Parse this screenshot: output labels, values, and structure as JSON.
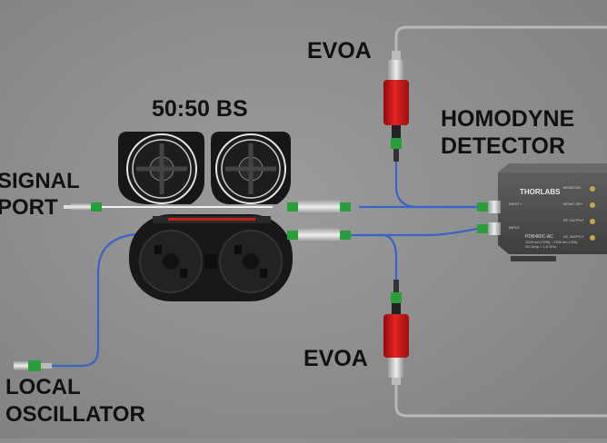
{
  "labels": {
    "evoa_top": "EVOA",
    "beam_splitter": "50:50 BS",
    "homodyne_line1": "HOMODYNE",
    "homodyne_line2": "DETECTOR",
    "signal_line1": "SIGNAL",
    "signal_line2": "PORT",
    "evoa_bottom": "EVOA",
    "local_oscillator_line1": "LOCAL",
    "local_oscillator_line2": "OSCILLATOR"
  },
  "detector": {
    "brand": "THORLABS",
    "model": "PDB480C-AC",
    "spec_line1": "1200 nm (+5%) - 1700 nm (-5%)",
    "spec_line2": "DC Amp = 1.6 GHz",
    "port_monitor_minus": "MONITOR-",
    "port_monitor_plus": "MONITOR+",
    "port_rf_output": "RF OUTPUT",
    "port_dc_supply": "DC SUPPLY",
    "port_input_plus": "INPUT+",
    "port_input_minus": "INPUT-"
  },
  "colors": {
    "background": "#8e8e8e",
    "fiber_blue": "#3a63c8",
    "connector_green": "#2a9e3a",
    "evoa_red": "#d31a1a",
    "housing_black": "#1a1a1a",
    "detector_body": "#4e4e4e"
  }
}
